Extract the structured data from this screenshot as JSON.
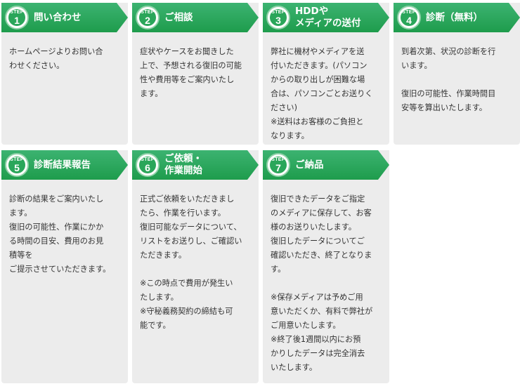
{
  "colors": {
    "accent": "#1e9c4c",
    "card_bg": "#ececec",
    "text": "#333333"
  },
  "steps": [
    {
      "step_label": "STEP",
      "num": "1",
      "title": "問い合わせ",
      "body": "ホームページよりお問い合\nわせください。"
    },
    {
      "step_label": "STEP",
      "num": "2",
      "title": "ご相談",
      "body": "症状やケースをお聞きした\n上で、予想される復旧の可能\n性や費用等をご案内いたし\nます。"
    },
    {
      "step_label": "STEP",
      "num": "3",
      "title": "HDDや\nメディアの送付",
      "body": "弊社に機材やメディアを送\n付いただきます。(パソコン\nからの取り出しが困難な場\n合は、パソコンごとお送りく\nださい)\n※送料はお客様のご負担と\nなります。"
    },
    {
      "step_label": "STEP",
      "num": "4",
      "title": "診断（無料）",
      "body": "到着次第、状況の診断を行\nいます。\n\n復旧の可能性、作業時間目\n安等を算出いたします。"
    },
    {
      "step_label": "STEP",
      "num": "5",
      "title": "診断結果報告",
      "body": "診断の結果をご案内いたし\nます。\n復旧の可能性、作業にかか\nる時間の目安、費用のお見\n積等を\nご提示させていただきます。"
    },
    {
      "step_label": "STEP",
      "num": "6",
      "title": "ご依頼・\n作業開始",
      "body": "正式ご依頼をいただきまし\nたら、作業を行います。\n復旧可能なデータについて、\nリストをお送りし、ご確認い\nただきます。\n\n※この時点で費用が発生い\nたします。\n※守秘義務契約の締結も可\n能です。"
    },
    {
      "step_label": "STEP",
      "num": "7",
      "title": "ご納品",
      "body": "復旧できたデータをご指定\nのメディアに保存して、お客\n様のお送りいたします。\n復旧したデータについてご\n確認いただき、終了となりま\nす。\n\n※保存メディアは予めご用\n意いただくか、有料で弊社が\nご用意いたします。\n※終了後1週間以内にお預\nかりしたデータは完全消去\nいたします。"
    }
  ]
}
